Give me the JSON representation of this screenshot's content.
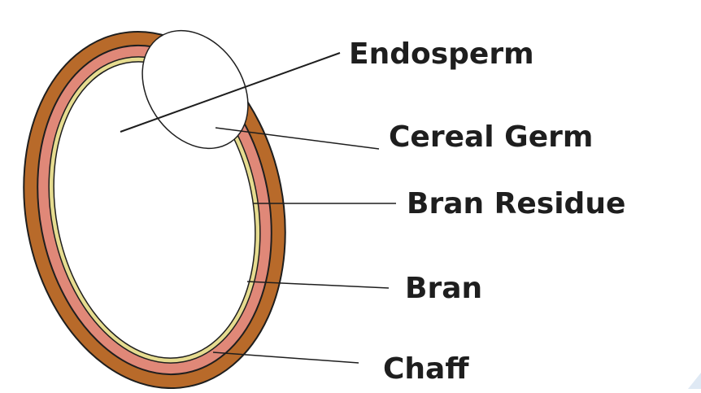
{
  "labels": {
    "endosperm": "Endosperm",
    "cereal_germ": "Cereal Germ",
    "bran_residue": "Bran Residue",
    "bran": "Bran",
    "chaff": "Chaff"
  },
  "colors": {
    "chaff": "#b86a2a",
    "bran": "#e08878",
    "bran_residue": "#e6dc90",
    "outline": "#1e1e1e",
    "corner_accent": "#dfe9f4"
  },
  "icons": {
    "corner_mark": "triangle-shape"
  }
}
